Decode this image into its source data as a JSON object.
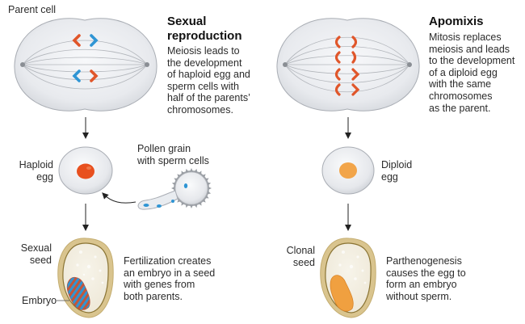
{
  "left_panel": {
    "top_label": "Parent cell",
    "title_line1": "Sexual",
    "title_line2": "reproduction",
    "description": "Meiosis leads to\nthe development\nof haploid egg and\nsperm cells with\nhalf of the parents’\nchromosomes.",
    "egg_label": "Haploid\negg",
    "pollen_label": "Pollen grain\nwith sperm cells",
    "seed_label": "Sexual\nseed",
    "embryo_label": "Embryo",
    "seed_description": "Fertilization creates\nan embryo in a seed\nwith genes from\nboth parents."
  },
  "right_panel": {
    "title": "Apomixis",
    "description": "Mitosis replaces\nmeiosis and leads\nto the development\nof a diploid egg\nwith the same\nchromosomes\nas the parent.",
    "egg_label": "Diploid\negg",
    "seed_label": "Clonal\nseed",
    "seed_description": "Parthenogenesis\ncauses the egg to\nform an embryo\nwithout sperm."
  },
  "colors": {
    "maternal_chromosome": "#e0562a",
    "paternal_chromosome": "#2f95d4",
    "haploid_nucleus": "#e8501f",
    "diploid_nucleus": "#f2a54a",
    "seed_coat": "#d9c48e",
    "seed_coat_line": "#8a7434",
    "clonal_embryo": "#f0a040"
  }
}
